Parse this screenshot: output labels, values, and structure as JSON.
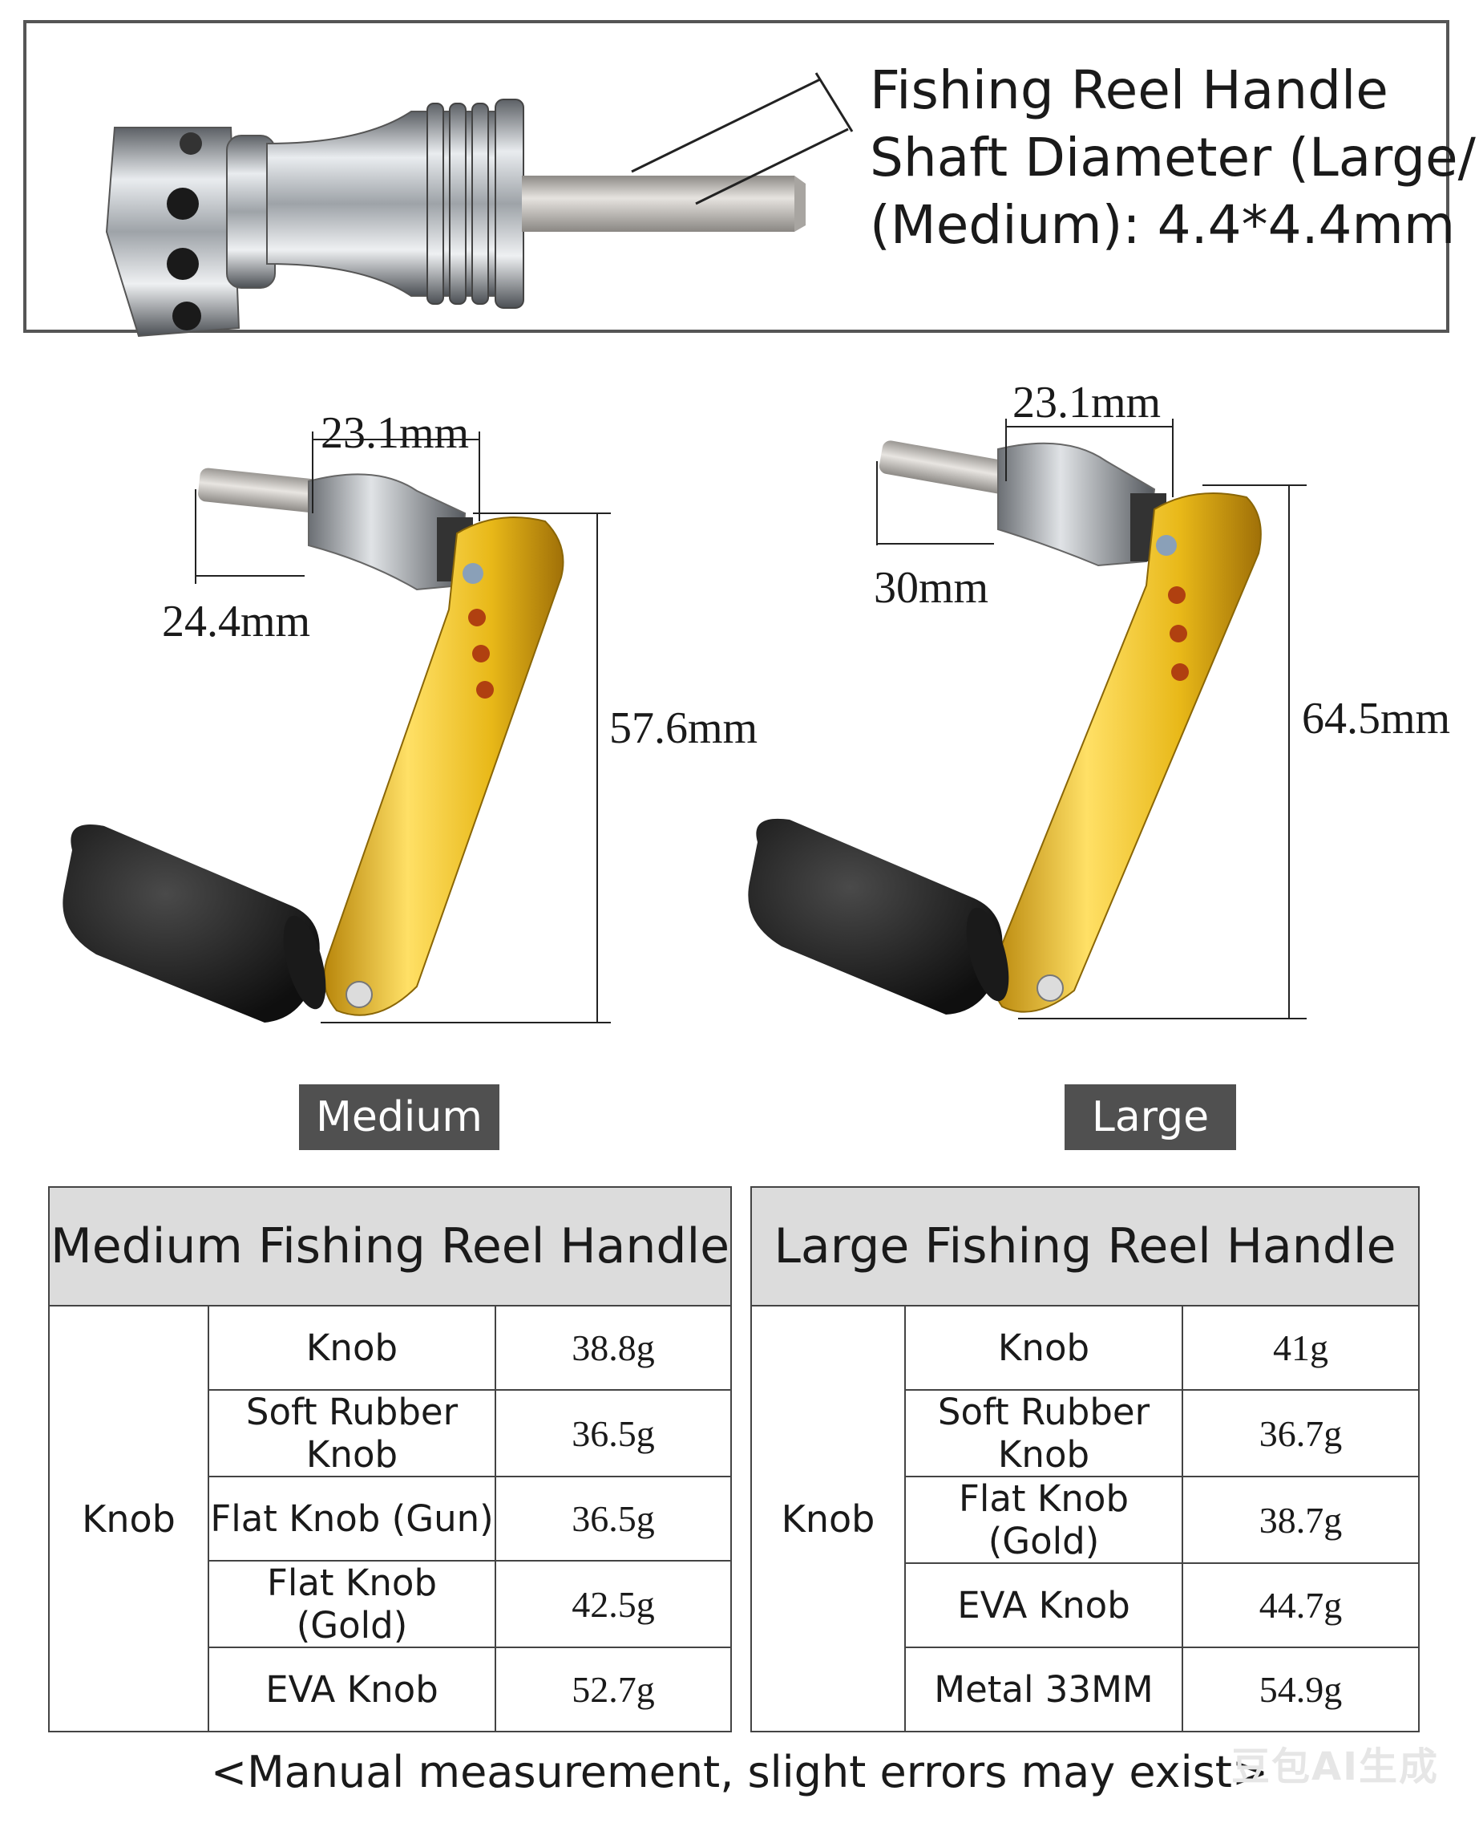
{
  "banner": {
    "lines": [
      "Fishing Reel Handle",
      "Shaft Diameter (Large/",
      "(Medium): 4.4*4.4mm"
    ]
  },
  "medium": {
    "width_label": "23.1mm",
    "shaft_label": "24.4mm",
    "height_label": "57.6mm",
    "badge": "Medium"
  },
  "large": {
    "width_label": "23.1mm",
    "shaft_label": "30mm",
    "height_label": "64.5mm",
    "badge": "Large"
  },
  "tables": {
    "medium": {
      "title": "Medium Fishing Reel Handle",
      "category": "Knob",
      "rows": [
        {
          "name": "Knob",
          "weight": "38.8g"
        },
        {
          "name": "Soft Rubber Knob",
          "weight": "36.5g"
        },
        {
          "name": "Flat Knob (Gun)",
          "weight": "36.5g"
        },
        {
          "name": "Flat Knob (Gold)",
          "weight": "42.5g"
        },
        {
          "name": "EVA Knob",
          "weight": "52.7g"
        }
      ]
    },
    "large": {
      "title": "Large Fishing Reel Handle",
      "category": "Knob",
      "rows": [
        {
          "name": "Knob",
          "weight": "41g"
        },
        {
          "name": "Soft Rubber Knob",
          "weight": "36.7g"
        },
        {
          "name": "Flat Knob (Gold)",
          "weight": "38.7g"
        },
        {
          "name": "EVA Knob",
          "weight": "44.7g"
        },
        {
          "name": "Metal 33MM",
          "weight": "54.9g"
        }
      ]
    }
  },
  "footnote": "<Manual measurement, slight errors may exist>",
  "watermark": "豆包AI生成",
  "colors": {
    "gold": "#e8b818",
    "chrome": "#9a9ea4",
    "knob": "#1c1c1c",
    "badge": "#505050",
    "header_fill": "#dcdcdc"
  }
}
